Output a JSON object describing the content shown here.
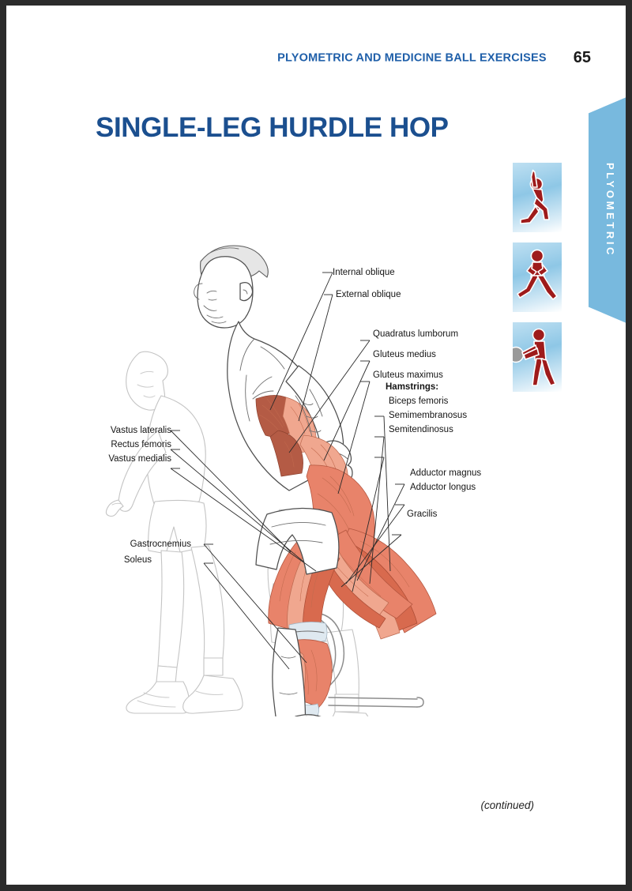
{
  "page": {
    "running_head": "PLYOMETRIC AND MEDICINE BALL EXERCISES",
    "page_number": "65",
    "title": "SINGLE-LEG HURDLE HOP",
    "continued_note": "(continued)"
  },
  "side_tab": {
    "label": "PLYOMETRIC",
    "color": "#78b9de",
    "text_color": "#ffffff"
  },
  "pictograms": [
    {
      "name": "plyometric-jump-figure",
      "pose": "single-leg reaching jump",
      "figure_color": "#9e1b1b"
    },
    {
      "name": "plyometric-lateral-bound-figure",
      "pose": "wide lateral stance bound",
      "figure_color": "#9e1b1b"
    },
    {
      "name": "medicine-ball-throw-figure",
      "pose": "standing medicine ball throw",
      "figure_color": "#9e1b1b",
      "ball_color": "#9a9a9a"
    }
  ],
  "illustration": {
    "name": "single-leg-hurdle-hop-anatomy",
    "description": "Side view of an athlete hopping over a low hurdle on one leg, with the trailing/driving leg and trunk musculature exposed; two ghosted outline figures show earlier and later positions.",
    "muscle_fill": "#e8836a",
    "outline_color": "#4a4a4a",
    "ghost_color": "#c9c9c9"
  },
  "callouts": {
    "right_upper": [
      {
        "text": "Internal oblique"
      },
      {
        "text": "External oblique"
      }
    ],
    "right_mid": [
      {
        "text": "Quadratus lumborum"
      },
      {
        "text": "Gluteus medius"
      },
      {
        "text": "Gluteus maximus"
      }
    ],
    "hamstrings_heading": "Hamstrings:",
    "hamstrings": [
      {
        "text": "Biceps femoris"
      },
      {
        "text": "Semimembranosus"
      },
      {
        "text": "Semitendinosus"
      }
    ],
    "right_lower": [
      {
        "text": "Adductor magnus"
      },
      {
        "text": "Adductor longus"
      },
      {
        "text": "Gracilis"
      }
    ],
    "left_upper": [
      {
        "text": "Vastus lateralis"
      },
      {
        "text": "Rectus femoris"
      },
      {
        "text": "Vastus medialis"
      }
    ],
    "left_lower": [
      {
        "text": "Gastrocnemius"
      },
      {
        "text": "Soleus"
      }
    ]
  }
}
